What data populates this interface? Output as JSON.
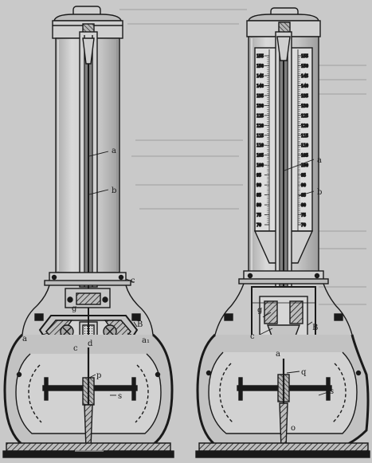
{
  "figure": {
    "background": "#c9c9c9",
    "ink": "#1a1a1a",
    "left_instrument": {
      "labels": [
        "a",
        "b",
        "c",
        "g",
        "a",
        "B",
        "d",
        "c",
        "a₁",
        "p",
        "s"
      ]
    },
    "right_instrument": {
      "labels": [
        "a",
        "b",
        "c",
        "B",
        "g",
        "a",
        "q",
        "s",
        "o"
      ],
      "scale_ticks": [
        "155",
        "150",
        "145",
        "140",
        "135",
        "130",
        "125",
        "120",
        "115",
        "110",
        "105",
        "100",
        "95",
        "90",
        "85",
        "80",
        "75",
        "70"
      ]
    }
  }
}
